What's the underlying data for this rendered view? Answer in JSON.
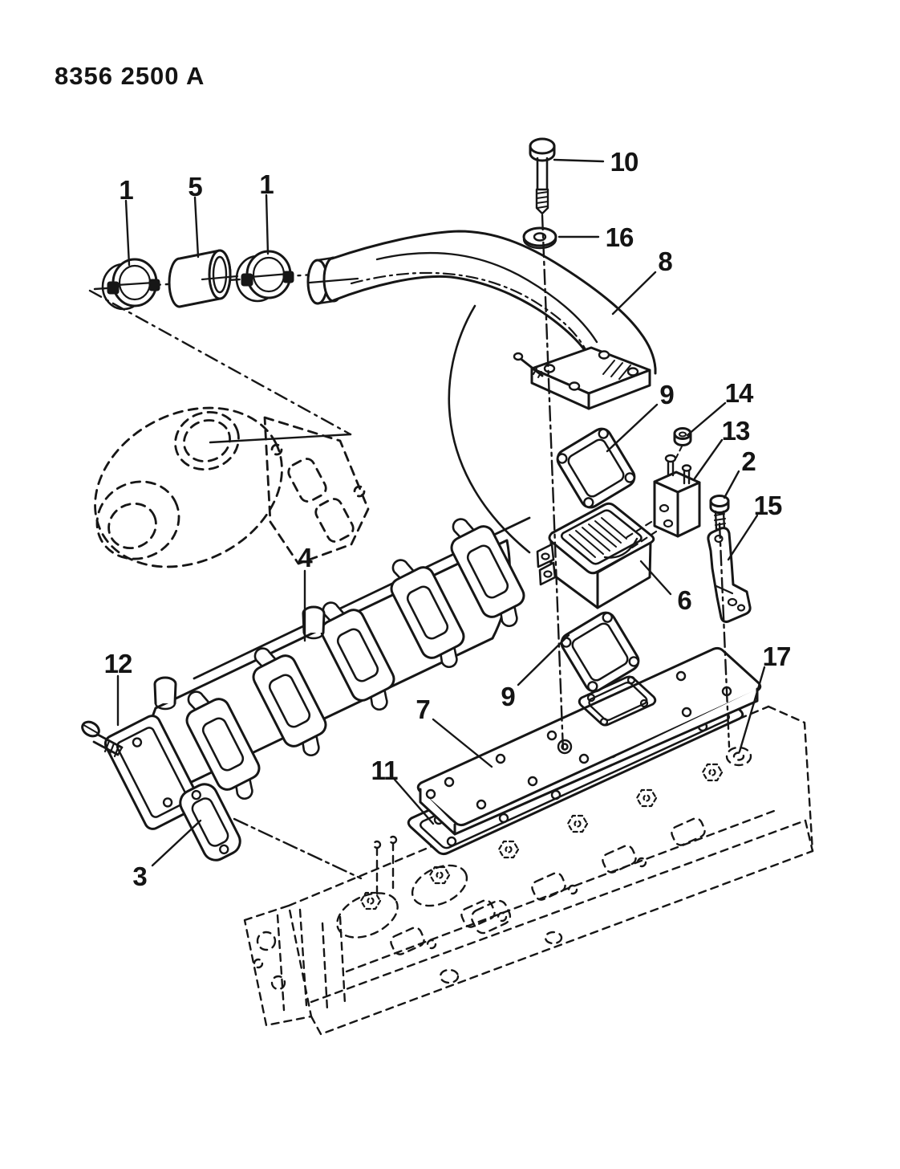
{
  "page": {
    "title": "8356 2500 A",
    "background": "#ffffff",
    "ink": "#161616"
  },
  "figure": {
    "type": "exploded-parts-diagram",
    "callouts": [
      {
        "label": "1"
      },
      {
        "label": "5"
      },
      {
        "label": "1"
      },
      {
        "label": "10"
      },
      {
        "label": "16"
      },
      {
        "label": "8"
      },
      {
        "label": "9"
      },
      {
        "label": "14"
      },
      {
        "label": "13"
      },
      {
        "label": "2"
      },
      {
        "label": "15"
      },
      {
        "label": "6"
      },
      {
        "label": "9"
      },
      {
        "label": "4"
      },
      {
        "label": "12"
      },
      {
        "label": "7"
      },
      {
        "label": "11"
      },
      {
        "label": "3"
      },
      {
        "label": "17"
      }
    ]
  }
}
